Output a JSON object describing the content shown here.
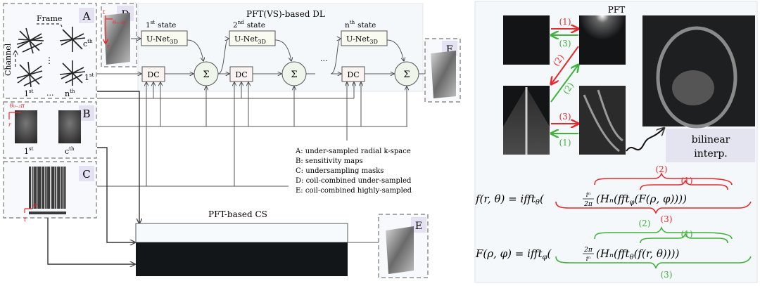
{
  "left": {
    "panel_A": {
      "tag": "A",
      "frame_label": "Frame",
      "channel_label": "Channel",
      "row_labels": [
        "c",
        "1"
      ],
      "row_sups": [
        "th",
        "st"
      ],
      "col_labels": [
        "1",
        "n"
      ],
      "col_sups": [
        "st",
        "th"
      ],
      "ellipsis": "...",
      "vdots": "⋮"
    },
    "panel_B": {
      "tag": "B",
      "axis_theta": "θ₀₋₂π",
      "axis_r": "r",
      "labels": [
        "1",
        "c"
      ],
      "sups": [
        "st",
        "th"
      ]
    },
    "panel_C": {
      "tag": "C",
      "axis_phi": "φ",
      "axis_t": "t"
    },
    "panel_D": {
      "tag": "D",
      "axis_t": "t",
      "axis_theta": "θ₀₋₂π",
      "axis_r": "r"
    },
    "dl": {
      "title": "PFT(VS)-based DL",
      "states": [
        {
          "num": "1",
          "sup": "st",
          "word": "state"
        },
        {
          "num": "2",
          "sup": "nd",
          "word": "state"
        },
        {
          "num": "n",
          "sup": "th",
          "word": "state"
        }
      ],
      "unet_label": "U-Net",
      "unet_sub": "3D",
      "dc_label": "DC",
      "sum_label": "Σ",
      "ellipsis": "..."
    },
    "output_E_tag": "E",
    "legend": [
      "A: under-sampled radial k-space",
      "B: sensitivity maps",
      "C: undersampling masks",
      "D: coil-combined under-sampled",
      "E: coil-combined highly-sampled"
    ],
    "cs": {
      "title": "PFT-based CS",
      "output_tag": "E"
    }
  },
  "right": {
    "title": "PFT",
    "arrow_labels": {
      "top_red": "(1)",
      "top_green": "(3)",
      "diag_red": "(2)",
      "diag_green": "(2)",
      "bottom_red": "(3)",
      "bottom_green": "(1)"
    },
    "interp_label_1": "bilinear",
    "interp_label_2": "interp.",
    "eq1": {
      "lhs": "f(r, θ) = ",
      "rhs": "ifft",
      "sub1": "θ",
      "frac_num": "iⁿ",
      "frac_den": "2π",
      "body": "(Hₙ(fft",
      "sub2": "φ",
      "tail": "(F(ρ, φ))))",
      "brace_labels": [
        "(2)",
        "(1)",
        "(3)"
      ]
    },
    "eq2": {
      "lhs": "F(ρ, φ) = ",
      "rhs": "ifft",
      "sub1": "φ",
      "frac_num": "2π",
      "frac_den": "iⁿ",
      "body": "(Hₙ(fft",
      "sub2": "θ",
      "tail": "(f(r, θ))))",
      "brace_labels": [
        "(2)",
        "(1)",
        "(3)"
      ]
    },
    "colors": {
      "red": "#e8292b",
      "green": "#3fb23a"
    }
  }
}
